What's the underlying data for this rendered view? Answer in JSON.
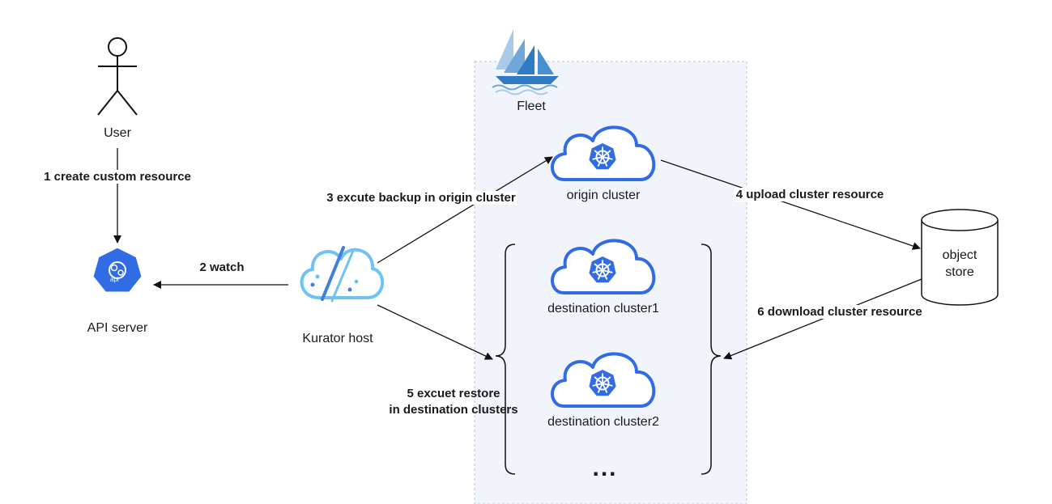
{
  "nodes": {
    "user": "User",
    "api_server": "API server",
    "api_badge": "api",
    "kurator_host": "Kurator host",
    "fleet": "Fleet",
    "origin_cluster": "origin cluster",
    "destination_cluster1": "destination cluster1",
    "destination_cluster2": "destination cluster2",
    "ellipsis": "...",
    "object_store_line1": "object",
    "object_store_line2": "store"
  },
  "edges": {
    "step1": "1 create custom resource",
    "step2": "2 watch",
    "step3": "3 excute backup in origin cluster",
    "step4": "4 upload cluster resource",
    "step5_line1": "5 excuet restore",
    "step5_line2": "in destination clusters",
    "step6": "6 download cluster resource"
  },
  "colors": {
    "fleet_bg": "#f1f5fb",
    "k8s_blue": "#326ce5",
    "kurator_light": "#6ec3f4",
    "kurator_dark": "#3f7fe0"
  },
  "icons": [
    "actor-icon",
    "kubernetes-api-icon",
    "kurator-logo-icon",
    "fleet-ship-icon",
    "kubernetes-cloud-icon",
    "database-cylinder-icon"
  ]
}
